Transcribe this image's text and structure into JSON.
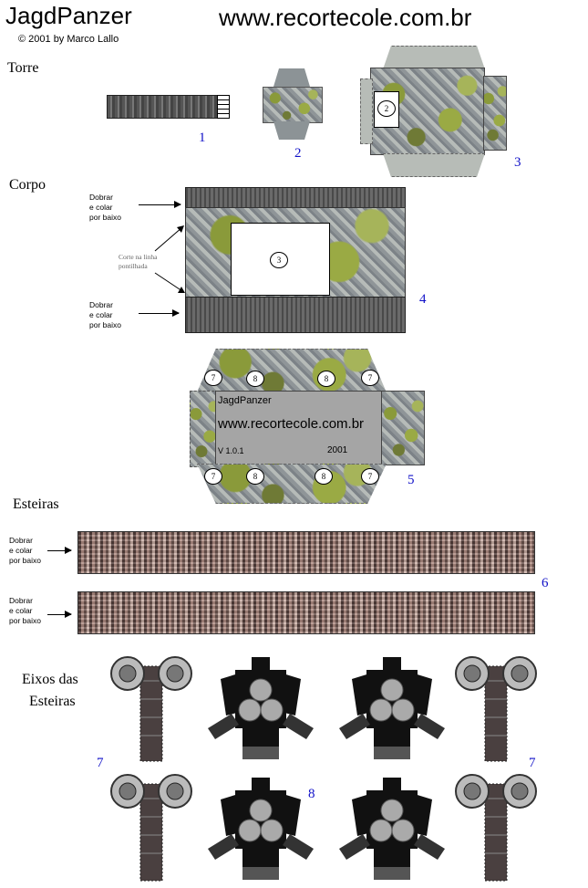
{
  "header": {
    "title": "JagdPanzer",
    "website": "www.recortecole.com.br",
    "copyright": "© 2001 by Marco Lallo"
  },
  "sections": {
    "torre": "Torre",
    "corpo": "Corpo",
    "esteiras": "Esteiras",
    "eixos_line1": "Eixos das",
    "eixos_line2": "Esteiras"
  },
  "part_numbers": {
    "p1": "1",
    "p2": "2",
    "p3": "3",
    "p4": "4",
    "p5": "5",
    "p6": "6",
    "p7a": "7",
    "p7b": "7",
    "p8": "8"
  },
  "notes": {
    "dobrar_l1": "Dobrar",
    "dobrar_l2": "e colar",
    "dobrar_l3": "por baixo",
    "corte_l1": "Corte na linha",
    "corte_l2": "pontilhada"
  },
  "piece_labels": {
    "circle_2": "2",
    "circle_3": "3",
    "circle_7": "7",
    "circle_8": "8"
  },
  "plate": {
    "name": "JagdPanzer",
    "site": "www.recortecole.com.br",
    "version": "V 1.0.1",
    "year": "2001"
  }
}
